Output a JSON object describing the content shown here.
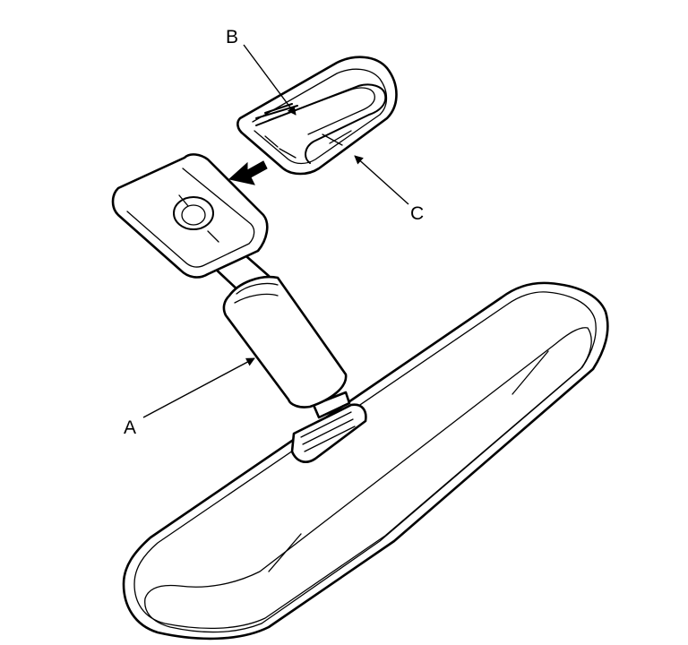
{
  "diagram": {
    "callouts": {
      "a": "A",
      "b": "B",
      "c": "C"
    },
    "colors": {
      "line": "#000000",
      "background": "#ffffff"
    }
  }
}
